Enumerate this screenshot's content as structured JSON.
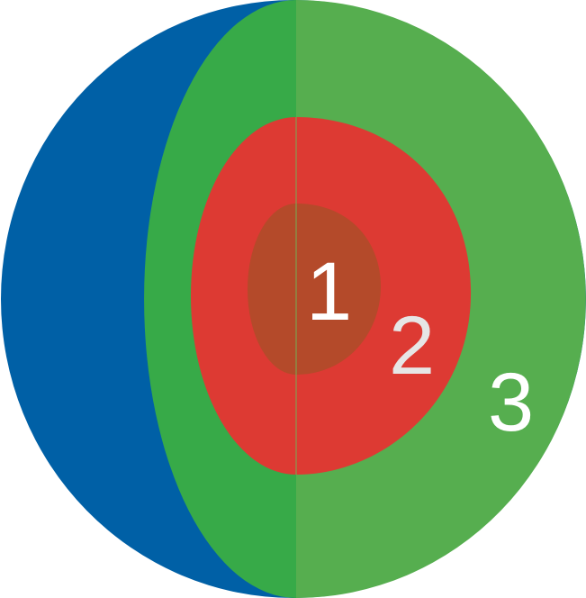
{
  "labels": {
    "inner": "1",
    "middle": "2",
    "outer": "3"
  },
  "colors": {
    "surface": "#0060a6",
    "outer_cut": "#37aa48",
    "outer_face": "#56ae4f",
    "middle": "#dd3a33",
    "inner": "#b44a2a",
    "label_1": "#ffffff",
    "label_2": "#e6e6e6",
    "label_3": "#ffffff"
  }
}
